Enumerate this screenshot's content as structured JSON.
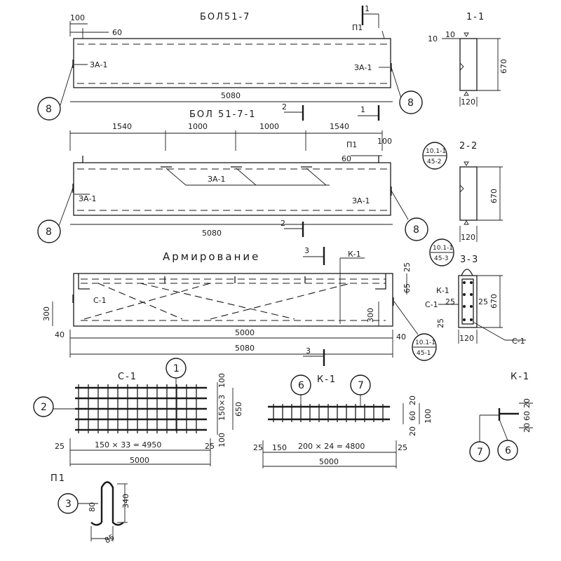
{
  "beam1": {
    "title": "БОЛ51-7",
    "section": "1",
    "mark_p": "П1",
    "dim_100": "100",
    "dim_60": "60",
    "detail_left": "ЗА-1",
    "detail_right": "ЗА-1",
    "length": "5080",
    "callout_left": "8",
    "callout_right": "8"
  },
  "section_1_1": {
    "title": "1-1",
    "dim_10a": "10",
    "dim_10b": "10",
    "height": "670",
    "width": "120"
  },
  "beam2": {
    "title": "БОЛ 51-7-1",
    "section_a": "2",
    "section_b": "1",
    "seg_1": "1540",
    "seg_2": "1000",
    "seg_3": "1000",
    "seg_4": "1540",
    "mark_p": "П1",
    "dim_100": "100",
    "dim_60": "60",
    "detail_mid": "ЗА-1",
    "detail_left": "ЗА-1",
    "detail_right": "ЗА-1",
    "length": "5080",
    "section_bottom": "2",
    "callout_left": "8",
    "callout_right": "8"
  },
  "section_2_2": {
    "title": "2-2",
    "ref_top": "10.1-1",
    "ref_bottom": "45-2",
    "height": "670",
    "width": "120"
  },
  "reinforcement": {
    "title": "Армирование",
    "section": "3",
    "k_label": "К-1",
    "dim_25": "25",
    "dim_65": "65",
    "c_label": "С-1",
    "dim_300_left": "300",
    "dim_300_right": "300",
    "dim_40_left": "40",
    "dim_40_right": "40",
    "length_inner": "5000",
    "length_outer": "5080",
    "section_bottom": "3",
    "ref_top": "10.1-1",
    "ref_bottom": "45-1"
  },
  "section_3_3": {
    "title": "3-3",
    "ref_top": "10.1-1",
    "ref_bottom": "45-3",
    "k_label": "К-1",
    "c_label_left": "С-1",
    "c_label_right": "С-1",
    "dim_25a": "25",
    "dim_25b": "25",
    "dim_25c": "25",
    "height": "670",
    "width": "120"
  },
  "mesh_c1": {
    "title": "С-1",
    "callout_1": "1",
    "callout_2": "2",
    "dim_100a": "100",
    "dim_150x3": "150×3",
    "dim_100b": "100",
    "dim_650": "650",
    "dim_25a": "25",
    "dim_middle": "150 × 33 = 4950",
    "dim_25b": "25",
    "dim_total": "5000"
  },
  "frame_k1": {
    "title": "К-1",
    "callout_6": "6",
    "callout_7": "7",
    "dim_20a": "20",
    "dim_60": "60",
    "dim_100": "100",
    "dim_20b": "20",
    "dim_25a": "25",
    "dim_150": "150",
    "dim_middle": "200 × 24 = 4800",
    "dim_25b": "25",
    "dim_total": "5000"
  },
  "k1_section": {
    "title": "К-1",
    "dim_20a": "20",
    "dim_60": "60",
    "dim_20b": "20",
    "callout_7": "7",
    "callout_6": "6"
  },
  "p1": {
    "title": "П1",
    "callout": "3",
    "dim_340": "340",
    "dim_80": "80",
    "dim_85": "85"
  }
}
